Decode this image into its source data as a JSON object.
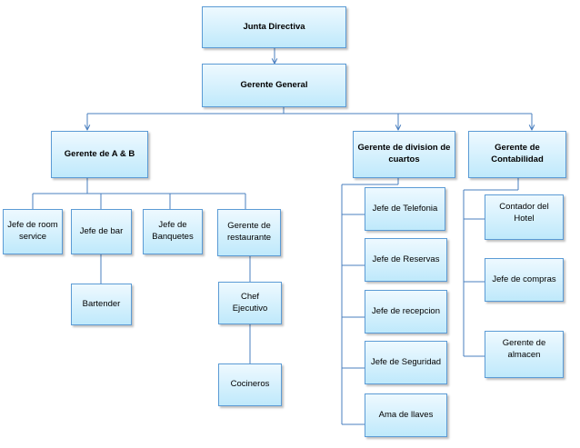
{
  "nodes": {
    "board": "Junta Directiva",
    "gm": "Gerente General",
    "ab": "Gerente de A & B",
    "rooms": "Gerente de division de cuartos",
    "accounting": "Gerente de Contabilidad",
    "room_service": "Jefe de room service",
    "bar": "Jefe de bar",
    "banquets": "Jefe de Banquetes",
    "restaurant": "Gerente de restaurante",
    "bartender": "Bartender",
    "chef": "Chef Ejecutivo",
    "cooks": "Cocineros",
    "telephone": "Jefe de Telefonia",
    "reservations": "Jefe de Reservas",
    "reception": "Jefe de recepcion",
    "security": "Jefe de Seguridad",
    "housekeeping": "Ama de llaves",
    "hotel_accountant": "Contador del Hotel",
    "purchasing": "Jefe de compras",
    "warehouse": "Gerente de almacen"
  },
  "colors": {
    "line": "#4a7fbf",
    "box_border": "#5b9bd5",
    "box_top": "#eef9ff",
    "box_bottom": "#bfe9fb"
  }
}
